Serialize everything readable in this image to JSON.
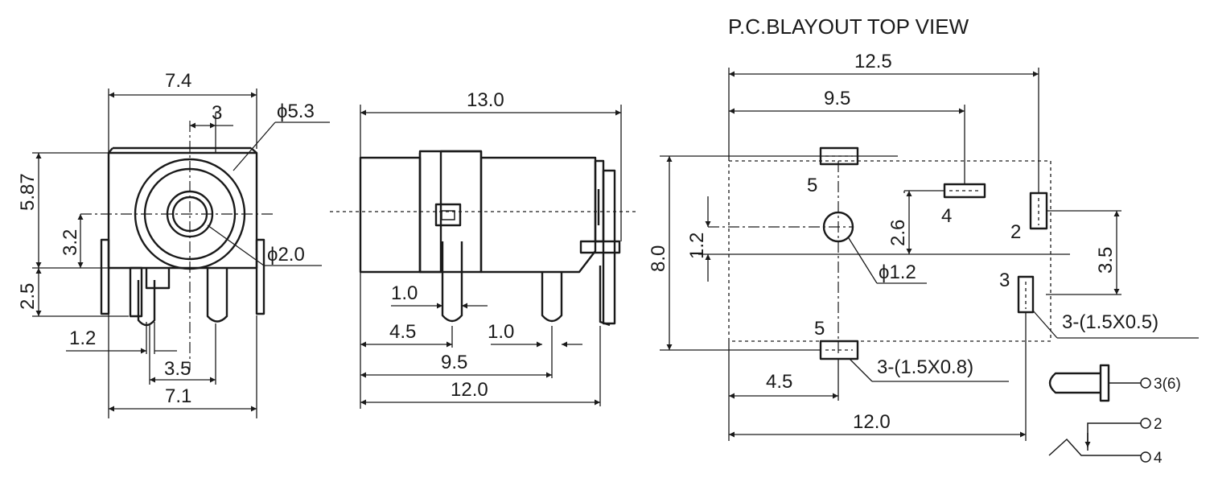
{
  "pcb_title": "P.C.BLAYOUT TOP VIEW",
  "front_view": {
    "width_top": "7.4",
    "offset_3": "3",
    "dia_53": "ϕ5.3",
    "dia_20": "ϕ2.0",
    "height_587": "5.87",
    "height_32": "3.2",
    "height_25": "2.5",
    "pin_12": "1.2",
    "pin_35": "3.5",
    "width_bottom": "7.1"
  },
  "side_view": {
    "length_130": "13.0",
    "pin_10a": "1.0",
    "pos_45": "4.5",
    "pin_10b": "1.0",
    "pos_95": "9.5",
    "length_120": "12.0"
  },
  "pcb_view": {
    "width_125": "12.5",
    "pos_95": "9.5",
    "height_80": "8.0",
    "dia_offset_12": "1.2",
    "offset_26": "2.6",
    "offset_35": "3.5",
    "hole_dia": "ϕ1.2",
    "pad_size_a": "3-(1.5X0.5)",
    "pad_size_b": "3-(1.5X0.8)",
    "pos_45": "4.5",
    "width_120": "12.0",
    "pad_labels": [
      "5",
      "4",
      "2",
      "3",
      "5"
    ]
  },
  "schematic": {
    "pin_a": "3(6)",
    "pin_b": "2",
    "pin_c": "4"
  }
}
